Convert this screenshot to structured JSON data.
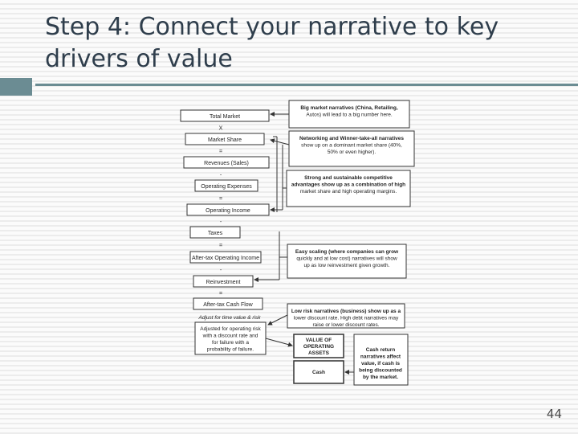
{
  "slide": {
    "title": "Step 4: Connect your narrative to key\ndrivers of value",
    "page_number": "44"
  },
  "diagram": {
    "chain": [
      {
        "label": "Total Market"
      },
      {
        "label": "Market Share"
      },
      {
        "label": "Revenues (Sales)"
      },
      {
        "label": "Operating Expenses"
      },
      {
        "label": "Operating Income"
      },
      {
        "label": "Taxes"
      },
      {
        "label": "After-tax Operating Income"
      },
      {
        "label": "Reinvestment"
      },
      {
        "label": "After-tax Cash Flow"
      }
    ],
    "operators": [
      "X",
      "=",
      "-",
      "=",
      "-",
      "=",
      "-",
      "="
    ],
    "adjust_note": "Adjust for time value & risk",
    "risk_adjust": [
      "Adjusted for operating risk",
      "with a discount rate and",
      "for failure with a",
      "probability of failure."
    ],
    "notes": [
      {
        "bold": "Big market narratives",
        "lines": [
          "Big market narratives (China, Retailing,",
          "Autos) will lead to a big number here."
        ]
      },
      {
        "bold": "Networking and Winner-take-all narratives",
        "lines": [
          "Networking and Winner-take-all narratives",
          "show up on a dominant market share (40%,",
          "50% or even higher)."
        ]
      },
      {
        "bold": "Strong and sustainable competitive",
        "lines": [
          "Strong and sustainable competitive",
          "advantages show up as a combination of high",
          "market share and high operating margins."
        ]
      },
      {
        "bold": "Easy scaling",
        "lines": [
          "Easy scaling (where companies can grow",
          "quickly and at low cost) narratives will show",
          "up as low reinvestment given growth."
        ]
      },
      {
        "bold": "Low risk narratives",
        "lines": [
          "Low risk narratives (business) show up as a",
          "lower discount rate. High debt narratives may",
          "raise or lower discount rates."
        ]
      }
    ],
    "value_box": [
      "VALUE OF",
      "OPERATING",
      "ASSETS"
    ],
    "cash_label": "Cash",
    "cash_note": [
      "Cash return",
      "narratives affect",
      "value, if cash is",
      "being discounted",
      "by the market."
    ]
  },
  "colors": {
    "accent": "#6b8c93",
    "title_text": "#2f3e4c"
  }
}
